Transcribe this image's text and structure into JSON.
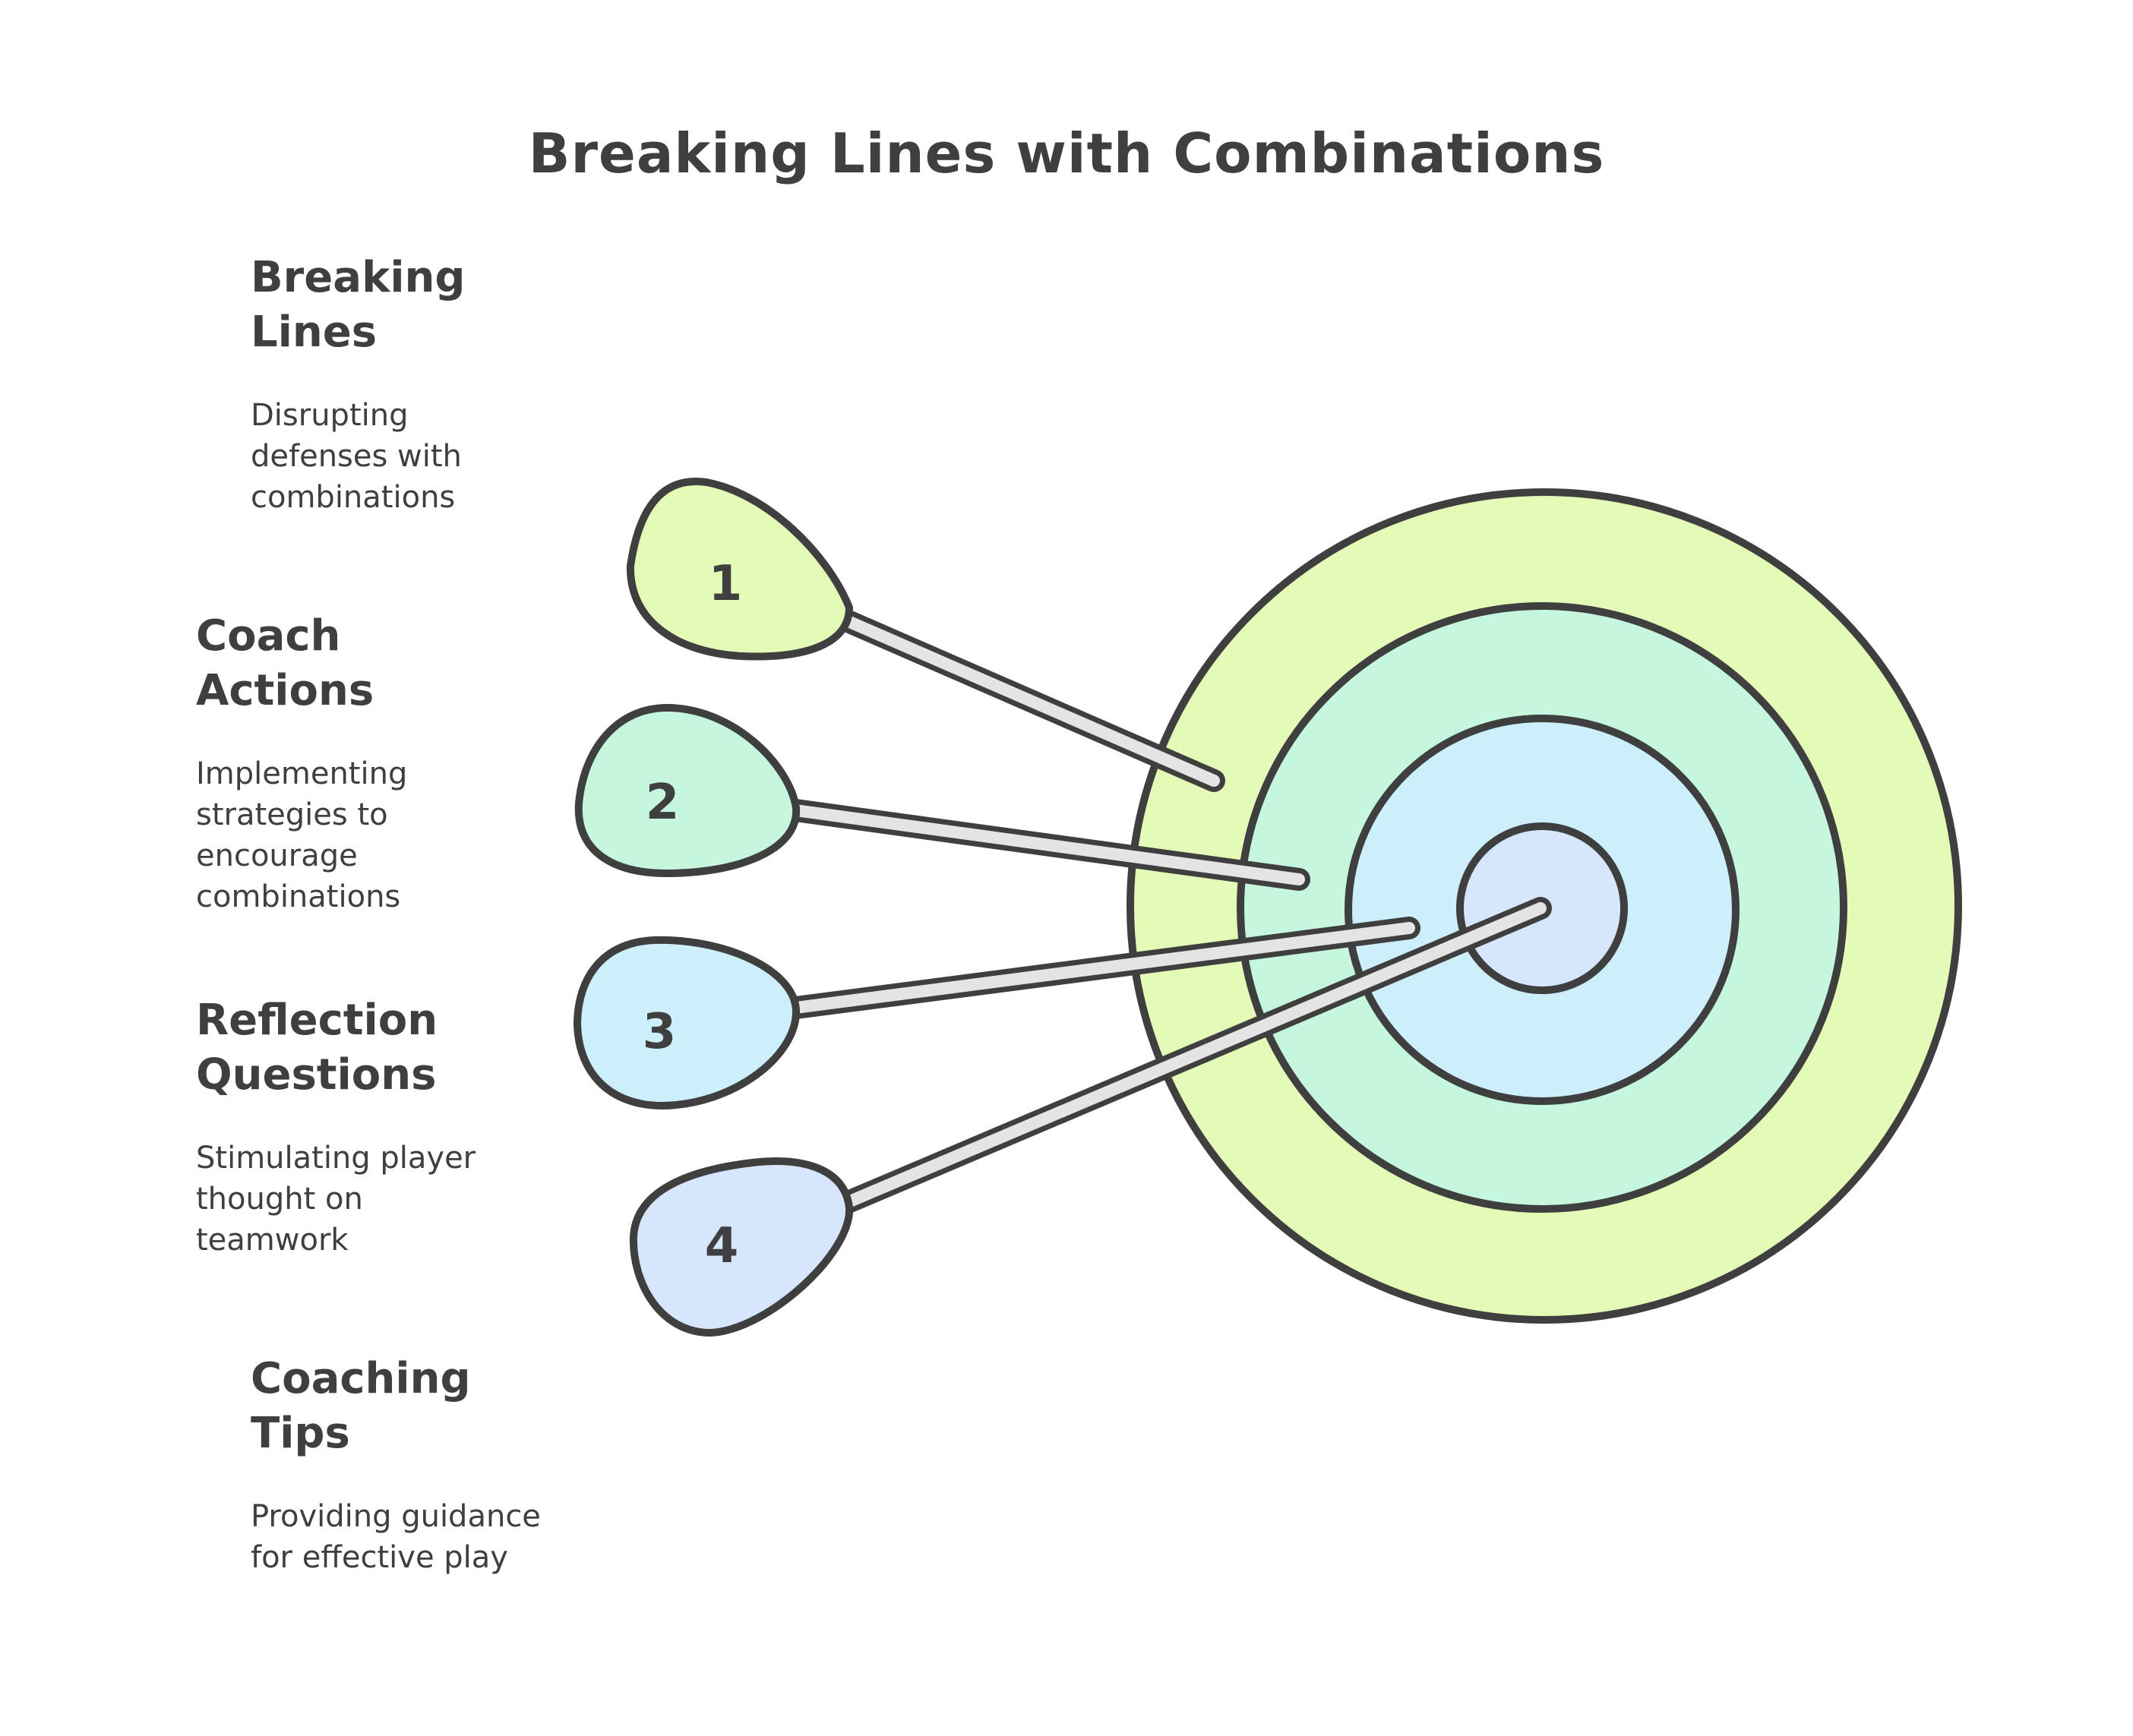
{
  "title": "Breaking Lines with Combinations",
  "items": [
    {
      "number": "1",
      "heading_line1": "Breaking",
      "heading_line2": "Lines",
      "desc_line1": "Disrupting",
      "desc_line2": "defenses with",
      "desc_line3": "combinations",
      "fill": "#e3fbb6"
    },
    {
      "number": "2",
      "heading_line1": "Coach",
      "heading_line2": "Actions",
      "desc_line1": "Implementing",
      "desc_line2": "strategies to",
      "desc_line3": "encourage",
      "desc_line4": "combinations",
      "fill": "#c4f7de"
    },
    {
      "number": "3",
      "heading_line1": "Reflection",
      "heading_line2": "Questions",
      "desc_line1": "Stimulating player",
      "desc_line2": "thought on",
      "desc_line3": "teamwork",
      "fill": "#cdeffb"
    },
    {
      "number": "4",
      "heading_line1": "Coaching",
      "heading_line2": "Tips",
      "desc_line1": "Providing guidance",
      "desc_line2": "for effective play",
      "fill": "#d6e6fc"
    }
  ],
  "colors": {
    "outline": "#3f3f3f",
    "shaft": "#e4e4e4",
    "ring_outer": "#e3fbb6",
    "ring_middle": "#c4f7de",
    "ring_inner": "#cdeffb",
    "bullseye": "#d6e6fc"
  }
}
